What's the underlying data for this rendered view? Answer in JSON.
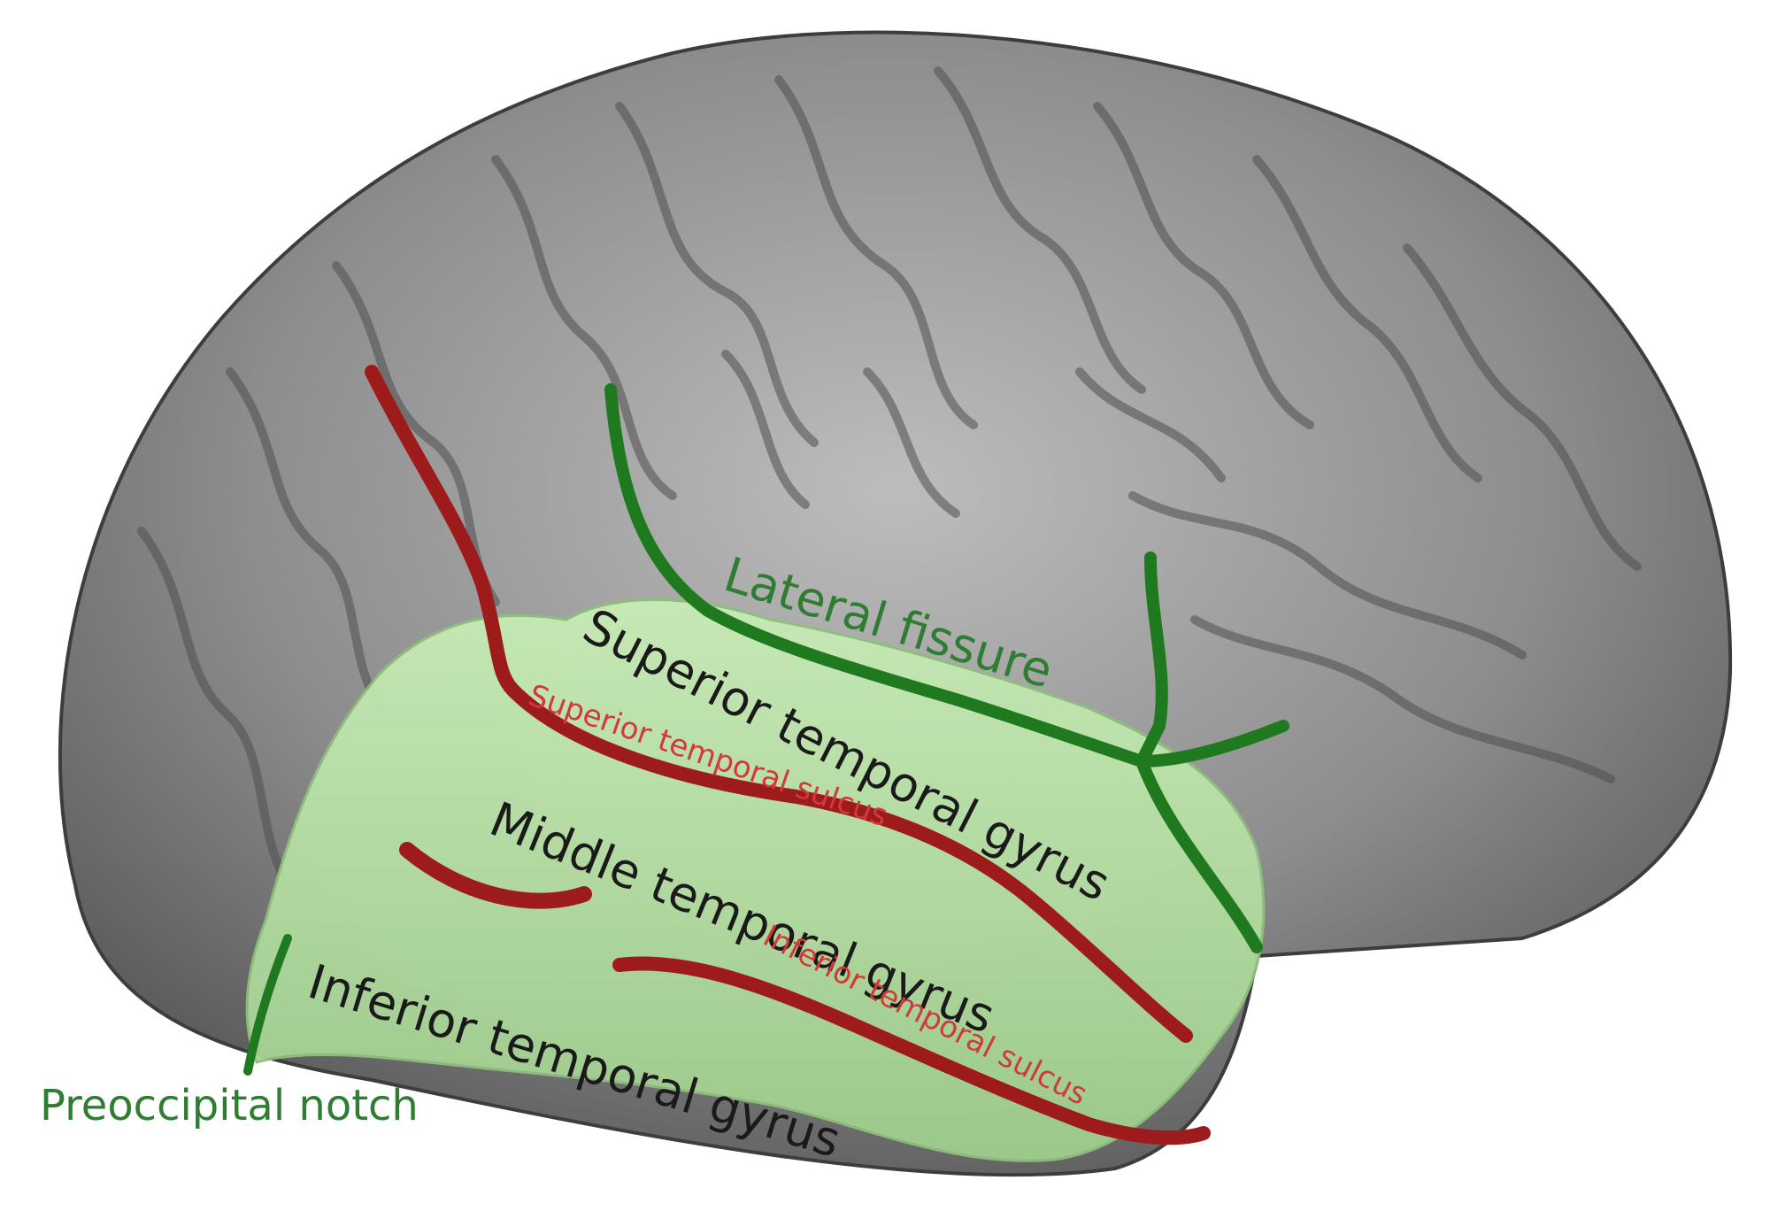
{
  "labels": {
    "lateral_fissure": "Lateral fissure",
    "superior_temporal_gyrus": "Superior temporal gyrus",
    "superior_temporal_sulcus": "Superior temporal sulcus",
    "middle_temporal_gyrus": "Middle temporal gyrus",
    "inferior_temporal_sulcus": "Inferior temporal sulcus",
    "inferior_temporal_gyrus": "Inferior temporal gyrus",
    "preoccipital_notch": "Preoccipital notch"
  },
  "colors": {
    "brain_gray": "#8c8c8c",
    "temporal_green": "#b9e0a8",
    "fissure_green": "#1f7a1f",
    "sulcus_red": "#9e1b1b",
    "gyrus_text": "#1a1a1a",
    "sulcus_text": "#d23a3a",
    "green_text": "#2e7d32"
  }
}
